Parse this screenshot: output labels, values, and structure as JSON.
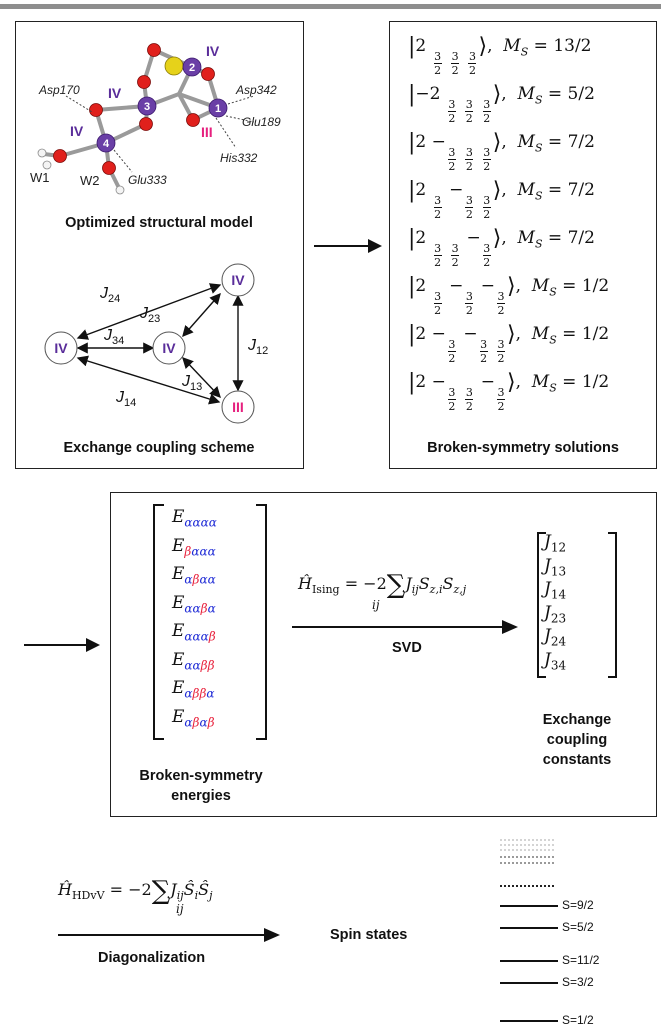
{
  "structure": {
    "residues": [
      "Asp170",
      "Asp342",
      "Glu189",
      "His332",
      "Glu333"
    ],
    "waters": [
      "W1",
      "W2"
    ],
    "centers": [
      {
        "index": "1",
        "oxidation": "III"
      },
      {
        "index": "2",
        "oxidation": "IV"
      },
      {
        "index": "3",
        "oxidation": "IV"
      },
      {
        "index": "4",
        "oxidation": "IV"
      }
    ],
    "caption": "Optimized structural model"
  },
  "scheme": {
    "caption": "Exchange coupling scheme",
    "nodes": [
      "IV",
      "IV",
      "IV",
      "III"
    ],
    "couplings": [
      "24",
      "23",
      "34",
      "12",
      "13",
      "14"
    ]
  },
  "broken_symmetry": {
    "caption": "Broken-symmetry solutions",
    "rows": [
      {
        "lead": "2",
        "signs": [
          "",
          "",
          ""
        ],
        "ms": "13/2"
      },
      {
        "lead": "−2",
        "signs": [
          "",
          "",
          ""
        ],
        "ms": "5/2"
      },
      {
        "lead": "2",
        "signs": [
          "−",
          "",
          ""
        ],
        "ms": "7/2"
      },
      {
        "lead": "2",
        "signs": [
          "",
          "−",
          ""
        ],
        "ms": "7/2"
      },
      {
        "lead": "2",
        "signs": [
          "",
          "",
          "−"
        ],
        "ms": "7/2"
      },
      {
        "lead": "2",
        "signs": [
          "",
          "−",
          "−"
        ],
        "ms": "1/2"
      },
      {
        "lead": "2",
        "signs": [
          "−",
          "−",
          ""
        ],
        "ms": "1/2"
      },
      {
        "lead": "2",
        "signs": [
          "−",
          "",
          "−"
        ],
        "ms": "1/2"
      }
    ],
    "ms_symbol": "M",
    "ms_sub": "S"
  },
  "energies": {
    "symbol": "E",
    "list": [
      "αααα",
      "βααα",
      "αβαα",
      "ααβα",
      "αααβ",
      "ααββ",
      "αββα",
      "αβαβ"
    ],
    "caption": "Broken-symmetry energies",
    "colors": {
      "alpha": "#1f2bd6",
      "beta": "#e8203b"
    }
  },
  "ising": {
    "lhs": "Ising",
    "rhs": "= −2",
    "sum_index": "ij",
    "method": "SVD"
  },
  "couplings": {
    "list": [
      "12",
      "13",
      "14",
      "23",
      "24",
      "34"
    ],
    "caption": [
      "Exchange",
      "coupling",
      "constants"
    ]
  },
  "hdvv": {
    "lhs": "HDvV",
    "rhs": "= −2",
    "sum_index": "ij",
    "method": "Diagonalization",
    "result": "Spin states"
  },
  "spin_states": [
    {
      "label": "S=9/2",
      "value": "9/2"
    },
    {
      "label": "S=5/2",
      "value": "5/2"
    },
    {
      "label": "S=11/2",
      "value": "11/2"
    },
    {
      "label": "S=3/2",
      "value": "3/2"
    },
    {
      "label": "S=1/2",
      "value": "1/2"
    }
  ]
}
